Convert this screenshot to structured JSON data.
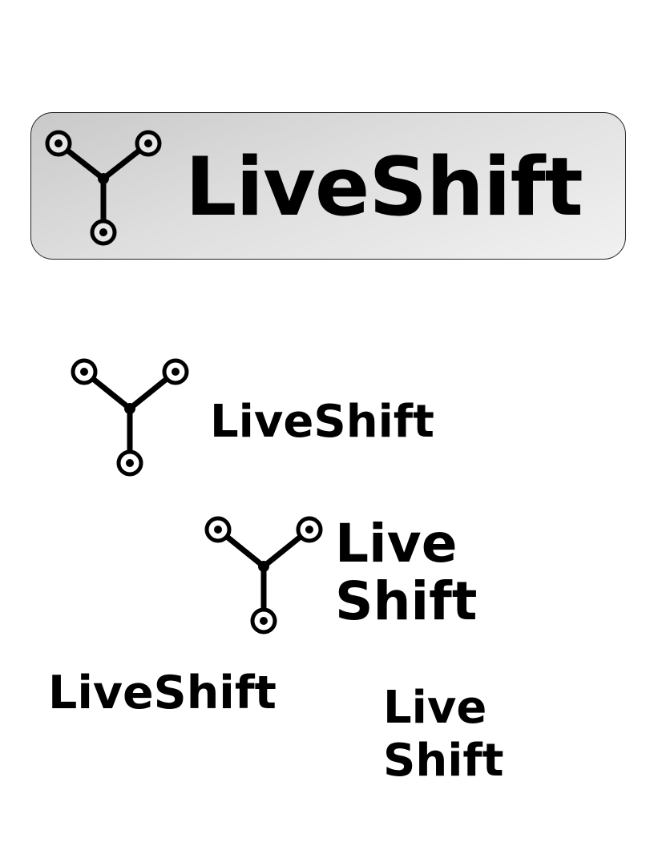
{
  "banner": {
    "wordmark": "LiveShift",
    "logo_icon": "branching-node-icon"
  },
  "logo_icon_wordmark": {
    "wordmark": "LiveShift",
    "logo_icon": "branching-node-icon"
  },
  "logo_icon_stacked": {
    "line1": "Live",
    "line2": "Shift",
    "logo_icon": "branching-node-icon"
  },
  "text_only": {
    "wordmark": "LiveShift"
  },
  "text_stacked": {
    "line1": "Live",
    "line2": "Shift"
  },
  "colors": {
    "ink": "#000000",
    "banner_gradient_start": "#c9c9c9",
    "banner_gradient_end": "#f1f1f1",
    "background": "#ffffff"
  }
}
